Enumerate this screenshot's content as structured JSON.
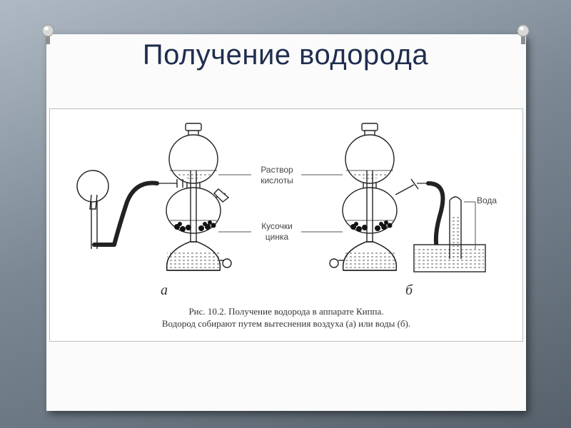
{
  "slide": {
    "title": "Получение водорода"
  },
  "figure": {
    "label_acid_line1": "Раствор",
    "label_acid_line2": "кислоты",
    "label_zinc_line1": "Кусочки",
    "label_zinc_line2": "цинка",
    "label_water": "Вода",
    "sub_a": "а",
    "sub_b": "б",
    "caption_line1": "Рис. 10.2. Получение водорода в аппарате Киппа.",
    "caption_line2": "Водород собирают путем вытеснения воздуха (а) или воды (б)."
  },
  "colors": {
    "slide_title": "#1f2d4f",
    "drawing_ink": "#222222",
    "caption_ink": "#333333"
  }
}
